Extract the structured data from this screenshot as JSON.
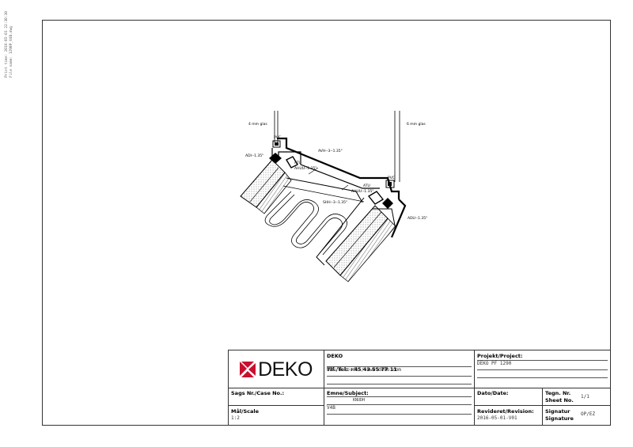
{
  "print_info": {
    "line1": "Print time: 2016-05-01 22:30:10",
    "line2": "File name: 1290P_V4B.dwg"
  },
  "drawing": {
    "labels": {
      "glass_left": "4 mm glas",
      "glass_right": "6 mm glas",
      "pvc_left": "PVC",
      "pvc_right": "PVC",
      "adi": "ADI--1.35\"",
      "avh": "AVH--3--1.35\"",
      "atu_left": "ATU",
      "ahuu_left": "AHUU--1.35\"",
      "atu_right": "ATU",
      "ahuu_right": "AHUU--1.35\"",
      "shh": "SHH--3--1.35\"",
      "adu": "ADU--1.35\""
    }
  },
  "title_block": {
    "logo": {
      "text": "DEKO",
      "accent_color": "#c8102e"
    },
    "company": {
      "name": "DEKO",
      "phone": "Tlf./Tel: +45 43 55 77 11",
      "web": "www.deko.dk / www.deko.com"
    },
    "project": {
      "label": "Projekt/Project:",
      "value": "DEKO PF 1290"
    },
    "case": {
      "label": "Sags Nr./Case No.:",
      "value": ""
    },
    "subject": {
      "label": "Emne/Subject:",
      "value": "KNUDH",
      "value2": "V4B"
    },
    "date": {
      "label": "Dato/Date:",
      "value": ""
    },
    "sheet": {
      "label1": "Tegn. Nr.",
      "label2": "Sheet No.",
      "value": "1/1"
    },
    "scale": {
      "label": "Mål/Scale",
      "value": "1:2"
    },
    "revision": {
      "label": "Revideret/Revision:",
      "value": "2016-05-01-V01"
    },
    "signature": {
      "label1": "Signatur",
      "label2": "Signature",
      "value": "OP/EZ"
    }
  }
}
